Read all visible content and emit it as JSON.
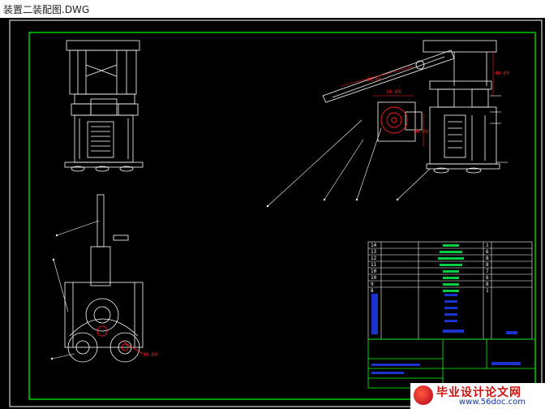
{
  "window": {
    "title": "装置二装配图.DWG"
  },
  "drawing": {
    "dimensions": [
      "20.00",
      "10.00",
      "40.00",
      "40.00",
      "30.00"
    ],
    "title_block": {
      "rows": [
        {
          "no": "14",
          "qty": "1"
        },
        {
          "no": "13",
          "qty": "6"
        },
        {
          "no": "12",
          "qty": "8"
        },
        {
          "no": "11",
          "qty": "8"
        },
        {
          "no": "10",
          "qty": "7"
        },
        {
          "no": "10",
          "qty": "6"
        },
        {
          "no": "9",
          "qty": "8"
        },
        {
          "no": "8",
          "qty": "1"
        }
      ]
    },
    "colors": {
      "background": "#000000",
      "frame": "#00ff00",
      "lines": "#ffffff",
      "dims": "#ff2020",
      "text_blue": "#2244ff",
      "part_green": "#00cc44"
    }
  },
  "watermark": {
    "title": "毕业设计论文网",
    "url": "www.56doc.com"
  }
}
